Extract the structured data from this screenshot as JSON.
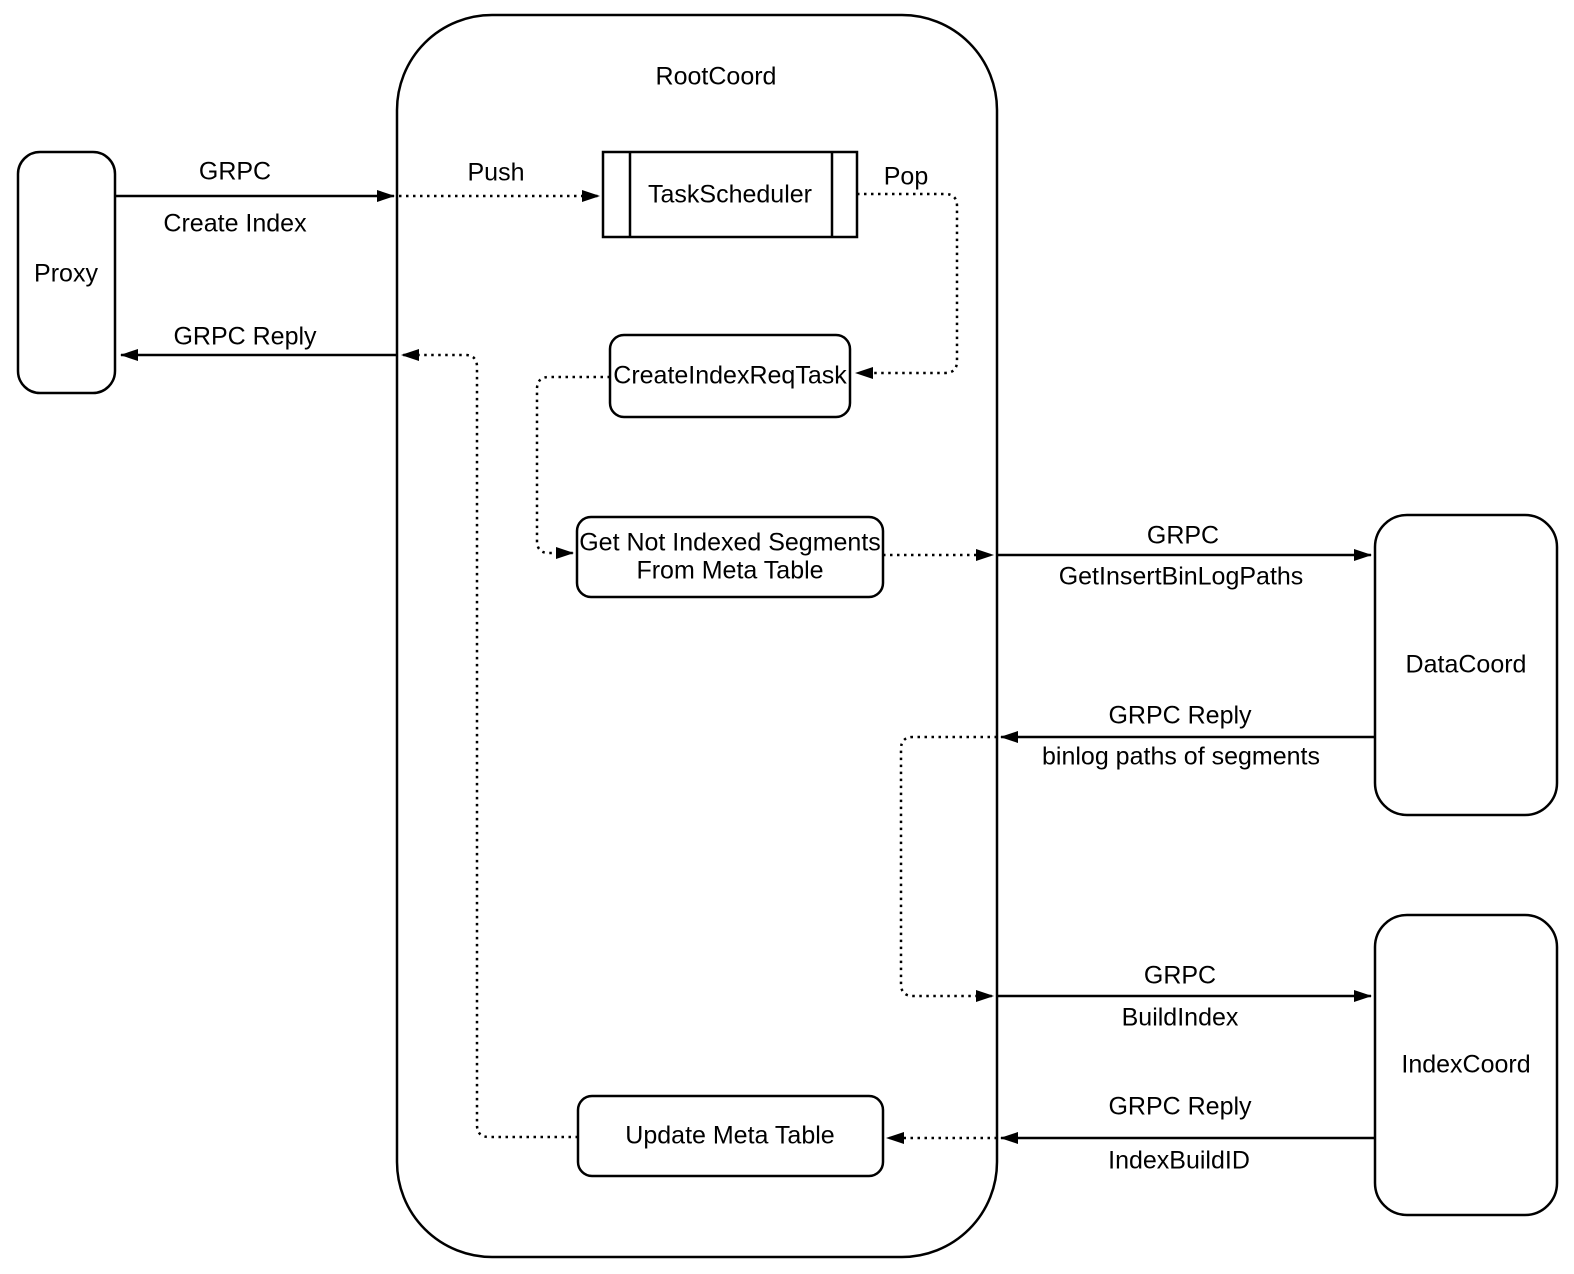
{
  "diagram": {
    "colors": {
      "stroke": "#000000",
      "background": "#ffffff"
    },
    "container": {
      "label": "RootCoord"
    },
    "nodes": {
      "proxy": {
        "label": "Proxy"
      },
      "task_scheduler": {
        "label": "TaskScheduler"
      },
      "create_index_req_task": {
        "label": "CreateIndexReqTask"
      },
      "get_not_indexed_segments": {
        "line1": "Get Not Indexed Segments",
        "line2": "From Meta Table"
      },
      "update_meta_table": {
        "label": "Update Meta Table"
      },
      "data_coord": {
        "label": "DataCoord"
      },
      "index_coord": {
        "label": "IndexCoord"
      }
    },
    "edges": {
      "proxy_to_rootcoord": {
        "line1": "GRPC",
        "line2": "Create Index"
      },
      "rootcoord_to_proxy": {
        "line1": "GRPC Reply"
      },
      "push_to_scheduler": {
        "label": "Push"
      },
      "pop_from_scheduler": {
        "label": "Pop"
      },
      "rootcoord_to_datacoord": {
        "line1": "GRPC",
        "line2": "GetInsertBinLogPaths"
      },
      "datacoord_to_rootcoord": {
        "line1": "GRPC Reply",
        "line2": "binlog paths of segments"
      },
      "rootcoord_to_indexcoord": {
        "line1": "GRPC",
        "line2": "BuildIndex"
      },
      "indexcoord_to_rootcoord": {
        "line1": "GRPC Reply",
        "line2": "IndexBuildID"
      }
    }
  }
}
